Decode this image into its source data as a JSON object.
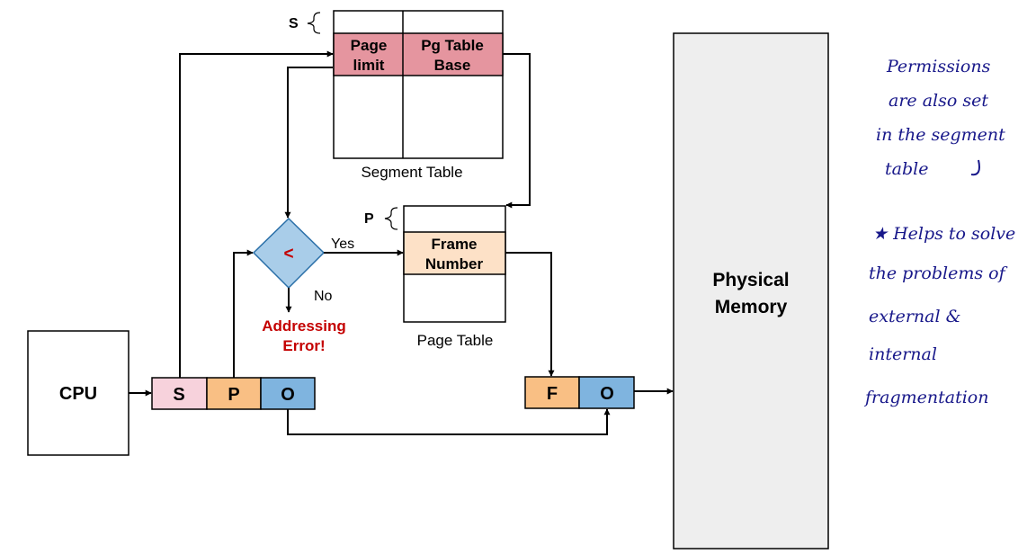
{
  "segment_table": {
    "index_label": "S",
    "col1": "Page limit",
    "col1_line1": "Page",
    "col1_line2": "limit",
    "col2": "Pg Table Base",
    "col2_line1": "Pg Table",
    "col2_line2": "Base",
    "caption": "Segment Table"
  },
  "page_table": {
    "index_label": "P",
    "entry_line1": "Frame",
    "entry_line2": "Number",
    "caption": "Page Table"
  },
  "comparator": {
    "symbol": "<",
    "yes_label": "Yes",
    "no_label": "No",
    "error_line1": "Addressing",
    "error_line2": "Error!"
  },
  "cpu": {
    "label": "CPU"
  },
  "virtual_address": {
    "s": "S",
    "p": "P",
    "o": "O"
  },
  "physical_address": {
    "f": "F",
    "o": "O"
  },
  "memory": {
    "line1": "Physical",
    "line2": "Memory"
  },
  "notes": {
    "note1": [
      "Permissions",
      "are also set",
      "in the segment",
      "table"
    ],
    "note2": [
      "★ Helps to solve",
      "the problems of",
      "external &",
      "internal",
      "fragmentation"
    ]
  },
  "colors": {
    "segment_entry": "#e5959f",
    "frame_entry": "#fde1c7",
    "s_field": "#f7d2dc",
    "p_field": "#f9bf84",
    "o_field": "#7fb4df",
    "diamond": "#a9cde9",
    "memory": "#eeeeee",
    "error_text": "#c40000",
    "note_ink": "#18188a"
  }
}
